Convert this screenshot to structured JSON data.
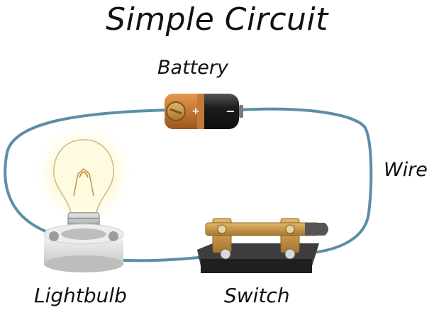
{
  "diagram": {
    "title": "Simple Circuit",
    "labels": {
      "battery": "Battery",
      "wire": "Wire",
      "lightbulb": "Lightbulb",
      "switch": "Switch"
    },
    "battery_terminals": {
      "positive": "+",
      "negative": "−"
    },
    "colors": {
      "wire": "#5c8fa6",
      "battery_body": "#1f1f1f",
      "battery_band": "#c8782c",
      "brass": "#c99a4e",
      "switch_base": "#2b2b2b",
      "bulb_glow": "#fff1a8",
      "bulb_base": "#e6e6e6"
    }
  }
}
